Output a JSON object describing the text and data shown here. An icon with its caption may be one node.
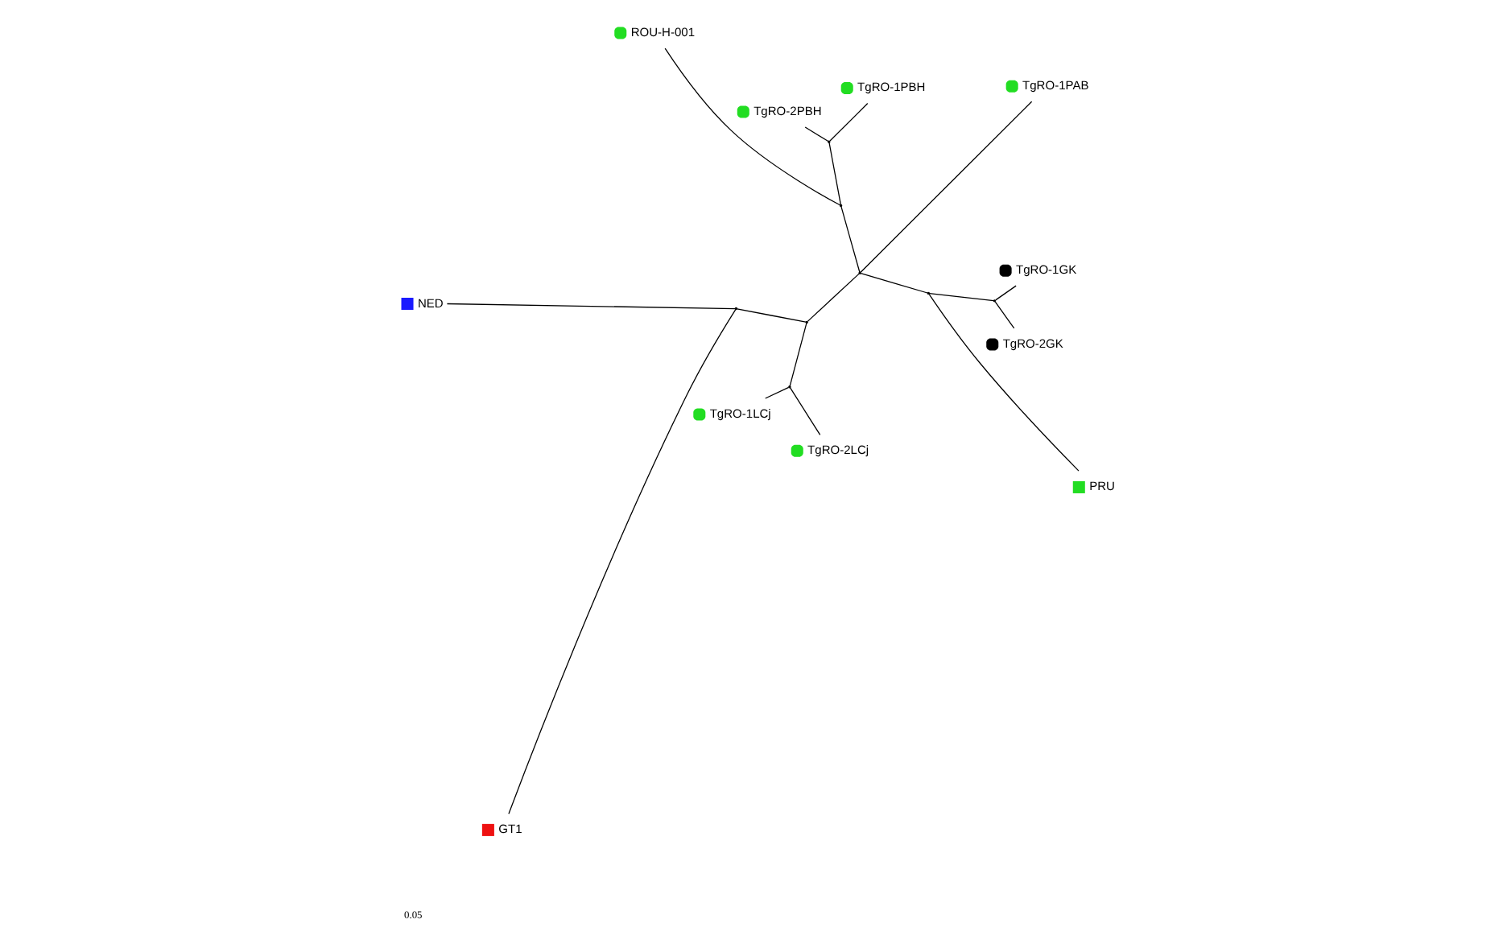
{
  "diagram": {
    "nodes": [
      {
        "text": [
          "TgRO-2GK"
        ]
      },
      {
        "text": [
          "TgRO-1GK"
        ]
      },
      {
        "text": [
          "PRU"
        ]
      },
      {
        "text": [
          "TgRO-1PAB"
        ]
      },
      {
        "text": [
          "NED"
        ]
      },
      {
        "text": [
          "TgRO-1PBH"
        ]
      },
      {
        "text": [
          "TgRO-2PBH"
        ]
      },
      {
        "text": [
          "TgRO-2LCj"
        ]
      },
      {
        "text": [
          "TgRO-1LCj"
        ]
      },
      {
        "text": [
          "ROU-H-001"
        ]
      },
      {
        "text": [
          "GT1"
        ]
      },
      {
        "text": [],
        "shape": "point"
      },
      {
        "text": [],
        "shape": "point"
      },
      {
        "text": [],
        "shape": "point"
      },
      {
        "text": [],
        "shape": "point"
      },
      {
        "text": [],
        "shape": "point"
      },
      {
        "text": [],
        "shape": "point"
      },
      {
        "text": [],
        "shape": "point"
      },
      {
        "text": [],
        "shape": "point"
      }
    ],
    "edges": [
      {
        "from": 11,
        "to": 4,
        "arrow": "none"
      },
      {
        "from": 11,
        "to": 10,
        "arrow": "none"
      },
      {
        "from": 11,
        "to": 12,
        "arrow": "none"
      },
      {
        "from": 12,
        "to": 18,
        "arrow": "none"
      },
      {
        "from": 18,
        "to": 7,
        "arrow": "none"
      },
      {
        "from": 18,
        "to": 8,
        "arrow": "none"
      },
      {
        "from": 12,
        "to": 13,
        "arrow": "none"
      },
      {
        "from": 13,
        "to": 14,
        "arrow": "none"
      },
      {
        "from": 14,
        "to": 16,
        "arrow": "none"
      },
      {
        "from": 16,
        "to": 0,
        "arrow": "none"
      },
      {
        "from": 16,
        "to": 1,
        "arrow": "none"
      },
      {
        "from": 14,
        "to": 2,
        "arrow": "none"
      },
      {
        "from": 13,
        "to": 3,
        "arrow": "none"
      },
      {
        "from": 13,
        "to": 15,
        "arrow": "none"
      },
      {
        "from": 15,
        "to": 9,
        "arrow": "none"
      },
      {
        "from": 15,
        "to": 17,
        "arrow": "none"
      },
      {
        "from": 17,
        "to": 5,
        "arrow": "none"
      },
      {
        "from": 17,
        "to": 6,
        "arrow": "none"
      }
    ],
    "labels": [
      "0.05"
    ]
  }
}
